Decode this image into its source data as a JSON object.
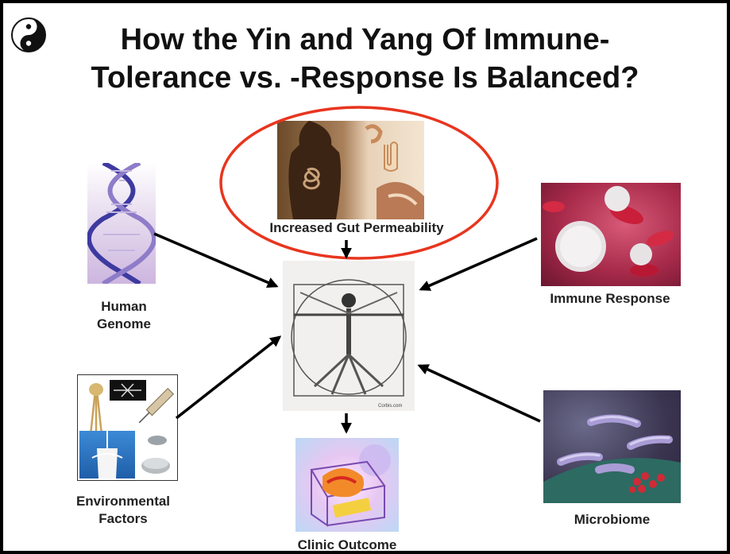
{
  "slide": {
    "title_line1": "How the Yin and Yang Of Immune-",
    "title_line2": "Tolerance vs. -Response Is Balanced?"
  },
  "nodes": {
    "gut": {
      "label": "Increased Gut Permeability"
    },
    "genome": {
      "label_line1": "Human",
      "label_line2": "Genome"
    },
    "immune": {
      "label": "Immune Response"
    },
    "environment": {
      "label_line1": "Environmental",
      "label_line2": "Factors"
    },
    "microbiome": {
      "label": "Microbiome"
    },
    "outcome": {
      "label": "Clinic Outcome"
    },
    "center": {
      "credit": "Corbis.com"
    }
  },
  "icons": [
    "yin-yang-icon",
    "dna-helix-icon",
    "vitruvian-man-icon",
    "blood-cells-icon",
    "bacteria-icon",
    "gut-icon",
    "wheat-icon",
    "milk-icon",
    "syringe-icon",
    "pill-icon"
  ],
  "colors": {
    "highlight_ellipse": "#e8351e",
    "arrow": "#000000",
    "title": "#111111"
  }
}
